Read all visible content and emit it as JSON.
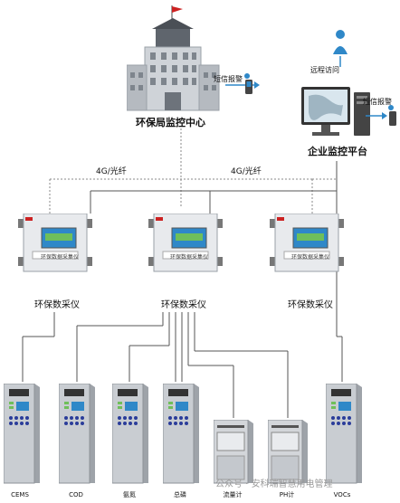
{
  "center": {
    "name": "环保局监控中心",
    "sms": "短信报警"
  },
  "platform": {
    "name": "企业监控平台",
    "remote": "远程访问",
    "sms": "短信报警"
  },
  "links": {
    "left": "4G/光纤",
    "right": "4G/光纤"
  },
  "collectors": {
    "panel_caption": "环保数据采集仪",
    "labels": [
      "环保数采仪",
      "环保数采仪",
      "环保数采仪"
    ]
  },
  "devices": [
    "CEMS",
    "COD",
    "氨氮",
    "总磷",
    "流量计",
    "PH计",
    "VOCs"
  ],
  "watermark": "公众号 · 安科瑞智慧用电管理",
  "colors": {
    "line": "#555555",
    "dashed": "#888888",
    "cabinet": "#c9cdd2",
    "screen": "#2f88c8",
    "alarm": "#cc2222"
  }
}
